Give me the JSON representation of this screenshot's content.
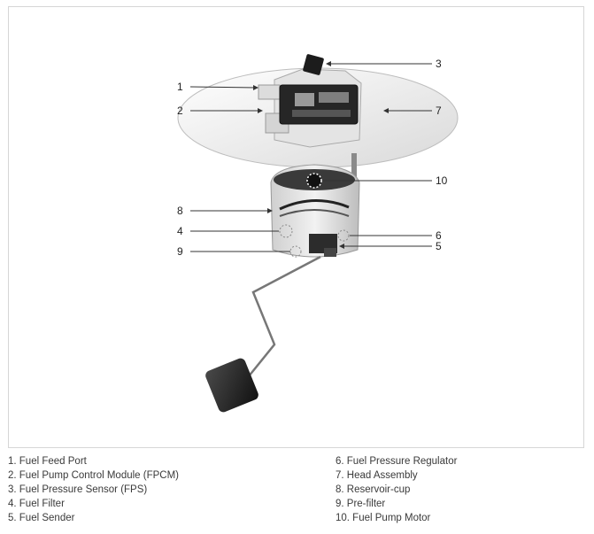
{
  "callouts": [
    "1",
    "2",
    "3",
    "4",
    "5",
    "6",
    "7",
    "8",
    "9",
    "10"
  ],
  "legend": {
    "left": [
      "1. Fuel Feed Port",
      "2. Fuel Pump Control Module (FPCM)",
      "3. Fuel Pressure Sensor (FPS)",
      "4. Fuel Filter",
      "5. Fuel Sender"
    ],
    "right": [
      "6. Fuel Pressure Regulator",
      "7. Head Assembly",
      "8. Reservoir-cup",
      "9. Pre-filter",
      "10. Fuel Pump Motor"
    ]
  }
}
